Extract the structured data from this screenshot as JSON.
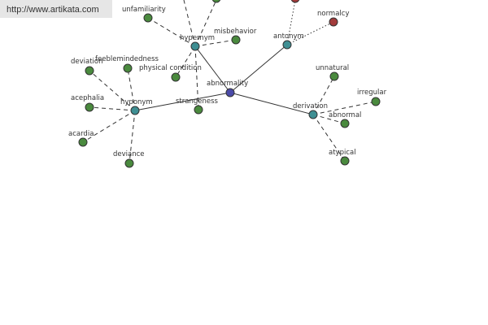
{
  "header": {
    "url": "http://www.artikata.com"
  },
  "colors": {
    "root": "#4a4aa8",
    "relation": "#3f8f93",
    "word": "#4a8a3e",
    "antonym_word": "#a23b3b"
  },
  "graph": {
    "root": {
      "label": "abnormality"
    },
    "relations": {
      "hypernym": "hypernym",
      "hyponym": "hyponym",
      "antonym": "antonym",
      "derivation": "derivation"
    },
    "words": {
      "unfamiliarity": "unfamiliarity",
      "misbehavior": "misbehavior",
      "physical_condition": "physical condition",
      "strangeness": "strangeness",
      "deviation": "deviation",
      "feeblemindedness": "feeblemindedness",
      "acephalia": "acephalia",
      "acardia": "acardia",
      "deviance": "deviance",
      "normalcy": "normalcy",
      "unnatural": "unnatural",
      "irregular": "irregular",
      "abnormal": "abnormal",
      "atypical": "atypical"
    }
  }
}
